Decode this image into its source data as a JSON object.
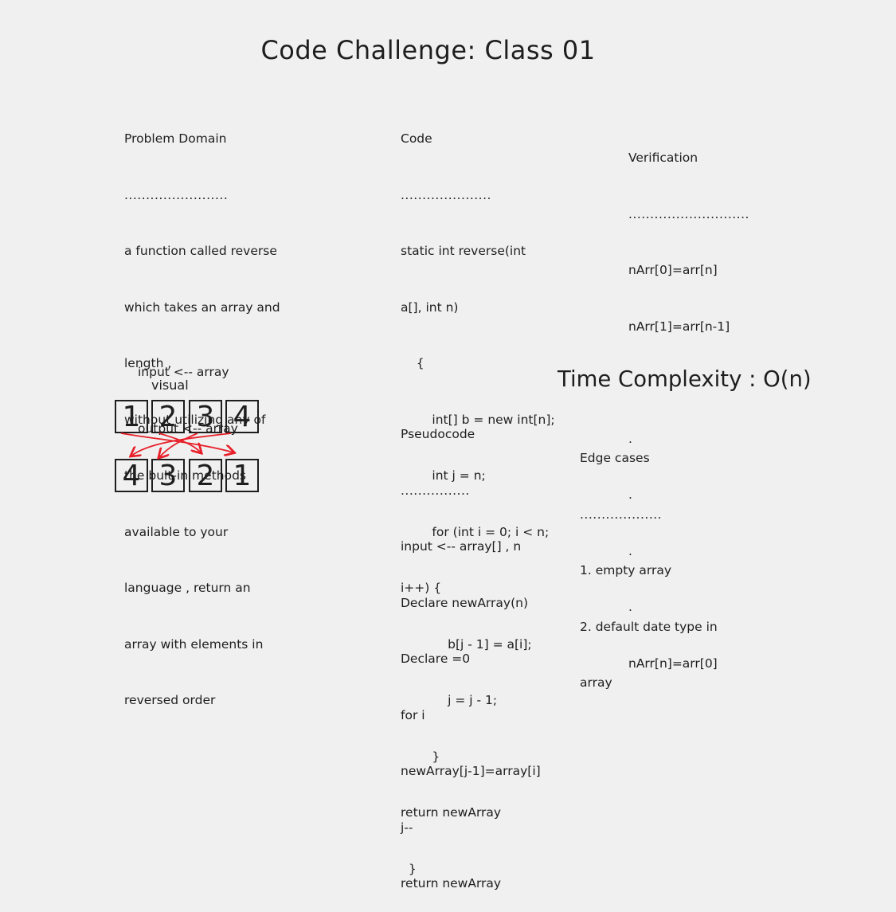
{
  "title": "Code Challenge: Class 01",
  "problem": {
    "heading": "Problem Domain",
    "dots": "........................",
    "lines": [
      "a function called reverse",
      "which takes an array and",
      "length ,",
      "without utilizing any of",
      "the bult-in methods",
      "available to your",
      "language , return an",
      "array with elements in",
      "reversed order"
    ],
    "io": [
      "input <-- array",
      "output <-- array"
    ]
  },
  "code": {
    "heading": "Code",
    "dots": ".....................",
    "lines": [
      "static int reverse(int",
      "a[], int n)",
      "    {",
      "        int[] b = new int[n];",
      "        int j = n;",
      "        for (int i = 0; i < n;",
      "i++) {",
      "            b[j - 1] = a[i];",
      "            j = j - 1;",
      "        }",
      "return newArray",
      "  }"
    ]
  },
  "verification": {
    "heading": "Verification",
    "dots": "............................",
    "lines": [
      "nArr[0]=arr[n]",
      "nArr[1]=arr[n-1]",
      ".",
      ".",
      ".",
      ".",
      ".",
      "nArr[n]=arr[0]"
    ]
  },
  "time_complexity": "Time Complexity : O(n)",
  "pseudocode": {
    "heading": "Pseudocode",
    "dots": "................",
    "lines": [
      "input <-- array[] , n",
      "Declare newArray(n)",
      "Declare =0",
      "for i",
      "newArray[j-1]=array[i]",
      "j--",
      "return newArray"
    ]
  },
  "edge_cases": {
    "heading": "Edge cases",
    "dots": "...................",
    "lines": [
      "1. empty array",
      "2. default date type in",
      "array"
    ]
  },
  "visual": {
    "label": "visual",
    "top_row": [
      "1",
      "2",
      "3",
      "4"
    ],
    "bottom_row": [
      "4",
      "3",
      "2",
      "1"
    ],
    "arrow_color": "#e8202a"
  }
}
